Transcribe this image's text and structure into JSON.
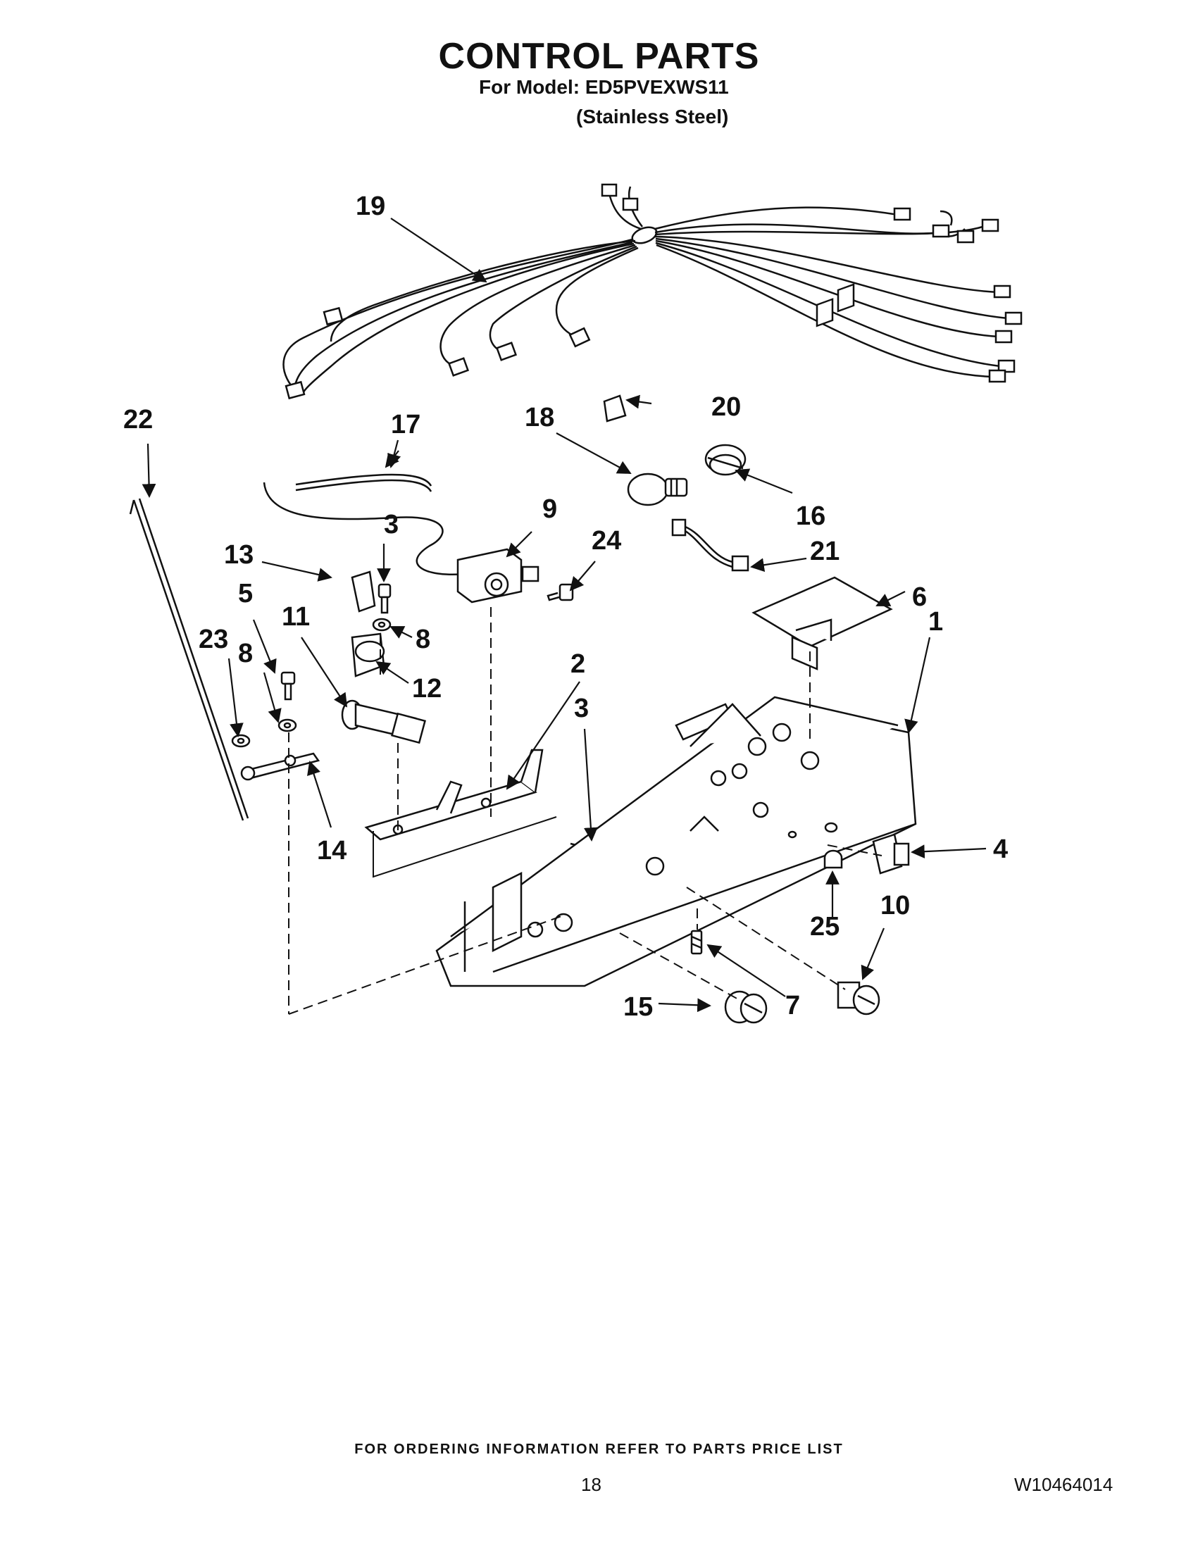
{
  "header": {
    "title": "CONTROL PARTS",
    "model_line": "For Model: ED5PVEXWS11",
    "finish_line": "(Stainless Steel)"
  },
  "callouts": [
    "1",
    "2",
    "3",
    "3",
    "4",
    "5",
    "6",
    "7",
    "8",
    "8",
    "9",
    "10",
    "11",
    "12",
    "13",
    "14",
    "15",
    "16",
    "17",
    "18",
    "19",
    "20",
    "21",
    "22",
    "23",
    "24",
    "25"
  ],
  "footer": {
    "ordering_note": "FOR ORDERING INFORMATION REFER TO PARTS PRICE LIST",
    "page_number": "18",
    "document_number": "W10464014"
  }
}
